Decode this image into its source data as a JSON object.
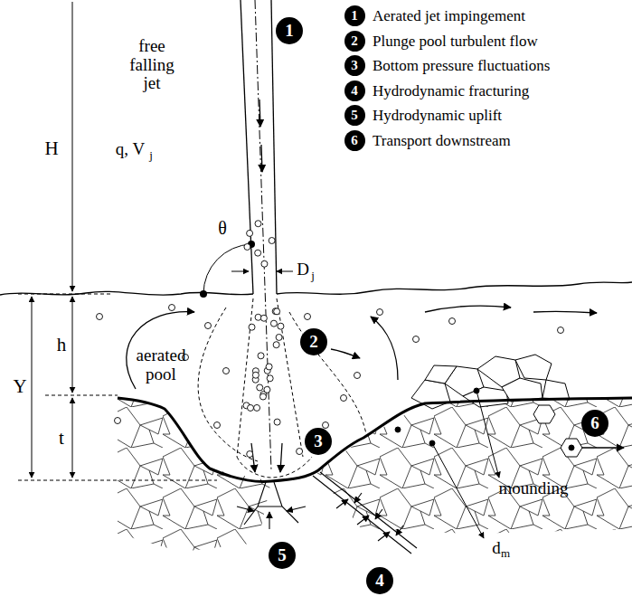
{
  "diagram": {
    "nodes": [
      {
        "text": [
          "1"
        ]
      },
      {
        "text": [
          "2"
        ]
      },
      {
        "text": [
          "3"
        ]
      },
      {
        "text": [
          "4"
        ]
      },
      {
        "text": [
          "5"
        ]
      },
      {
        "text": [
          "6"
        ]
      },
      {
        "text": [
          "1"
        ]
      },
      {
        "text": [
          "2"
        ]
      },
      {
        "text": [
          "3"
        ]
      },
      {
        "text": [
          "4"
        ]
      },
      {
        "text": [
          "5"
        ]
      },
      {
        "text": [
          "6"
        ]
      }
    ],
    "labels": [
      "H",
      "free falling jet",
      "q, V",
      "j",
      "θ",
      "D",
      "j",
      "aerated pool",
      "Y",
      "h",
      "t",
      "mounding",
      "d",
      "m"
    ],
    "legend": [
      {
        "text": "Aerated jet impingement"
      },
      {
        "text": "Plunge pool turbulent flow"
      },
      {
        "text": "Bottom pressure fluctuations"
      },
      {
        "text": "Hydrodynamic fracturing"
      },
      {
        "text": "Hydrodynamic uplift"
      },
      {
        "text": "Transport downstream"
      }
    ]
  }
}
